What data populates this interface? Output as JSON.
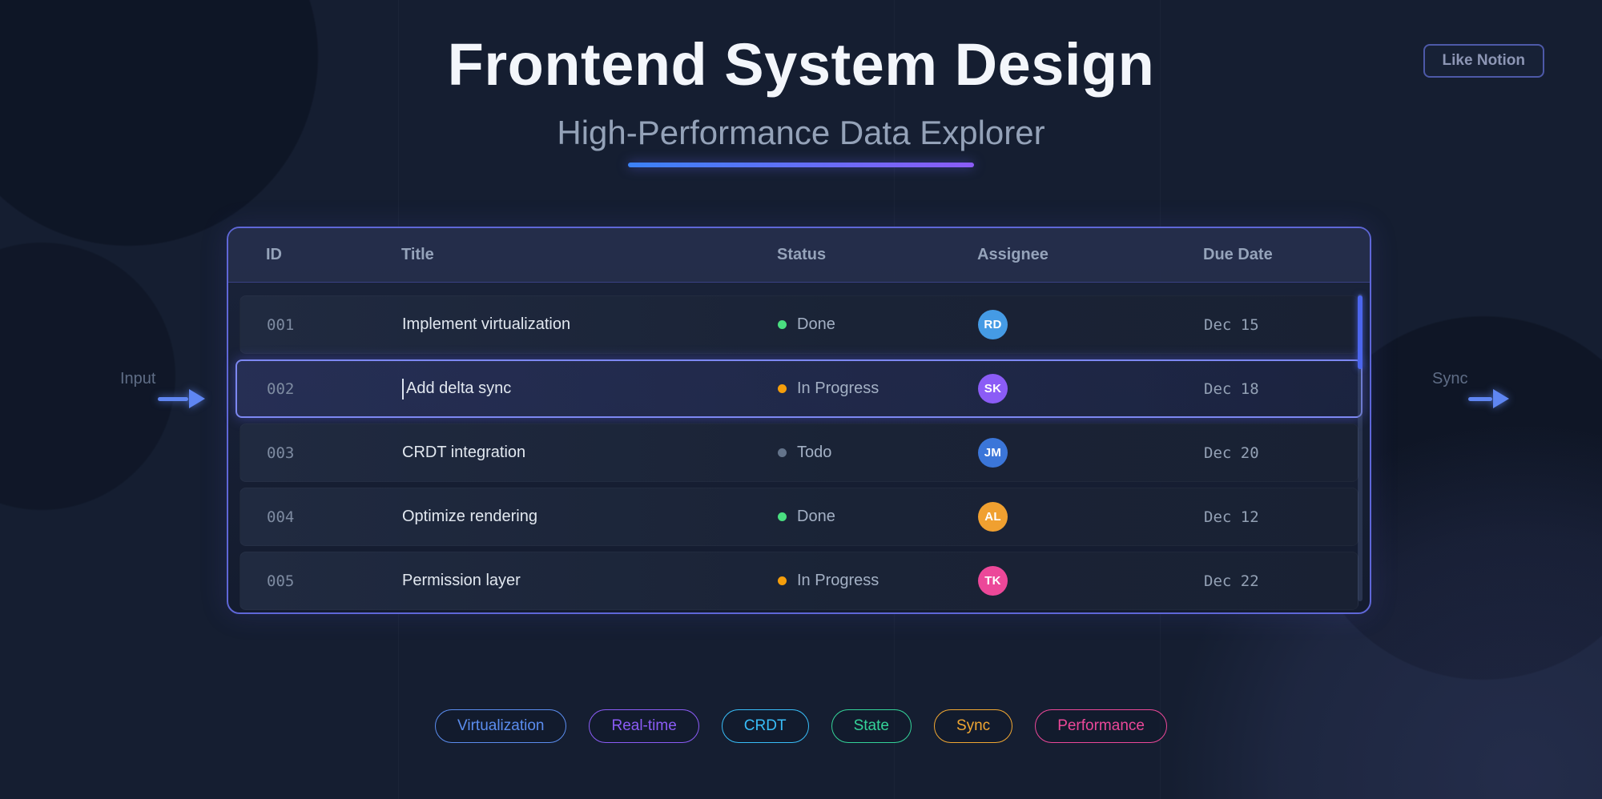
{
  "page": {
    "title": "Frontend System Design",
    "subtitle": "High-Performance Data Explorer"
  },
  "like_button": {
    "label": "Like Notion"
  },
  "flow": {
    "input_label": "Input",
    "sync_label": "Sync"
  },
  "table": {
    "columns": [
      "ID",
      "Title",
      "Status",
      "Assignee",
      "Due Date"
    ],
    "rows": [
      {
        "id": "001",
        "title": "Implement virtualization",
        "status": "Done",
        "status_color": "#4ade80",
        "assignee": "RD",
        "assignee_color": "#459be5",
        "due": "Dec 15",
        "selected": false
      },
      {
        "id": "002",
        "title": "Add delta sync",
        "status": "In Progress",
        "status_color": "#f59e0b",
        "assignee": "SK",
        "assignee_color": "#8b5cf6",
        "due": "Dec 18",
        "selected": true
      },
      {
        "id": "003",
        "title": "CRDT integration",
        "status": "Todo",
        "status_color": "#64748b",
        "assignee": "JM",
        "assignee_color": "#3b76d9",
        "due": "Dec 20",
        "selected": false
      },
      {
        "id": "004",
        "title": "Optimize rendering",
        "status": "Done",
        "status_color": "#4ade80",
        "assignee": "AL",
        "assignee_color": "#f0a030",
        "due": "Dec 12",
        "selected": false
      },
      {
        "id": "005",
        "title": "Permission layer",
        "status": "In Progress",
        "status_color": "#f59e0b",
        "assignee": "TK",
        "assignee_color": "#ec4899",
        "due": "Dec 22",
        "selected": false
      }
    ]
  },
  "badges": [
    {
      "label": "Virtualization",
      "color": "#5b8def"
    },
    {
      "label": "Real-time",
      "color": "#8b5cf6"
    },
    {
      "label": "CRDT",
      "color": "#38bdf8"
    },
    {
      "label": "State",
      "color": "#34d399"
    },
    {
      "label": "Sync",
      "color": "#f0a732"
    },
    {
      "label": "Performance",
      "color": "#ec4899"
    }
  ],
  "colors": {
    "underline_from": "#3b82f6",
    "underline_to": "#8b5cf6",
    "card_border": "#5f67d8",
    "selected_row_border": "#7d88f2",
    "scroll_thumb": "#4c66ee"
  }
}
